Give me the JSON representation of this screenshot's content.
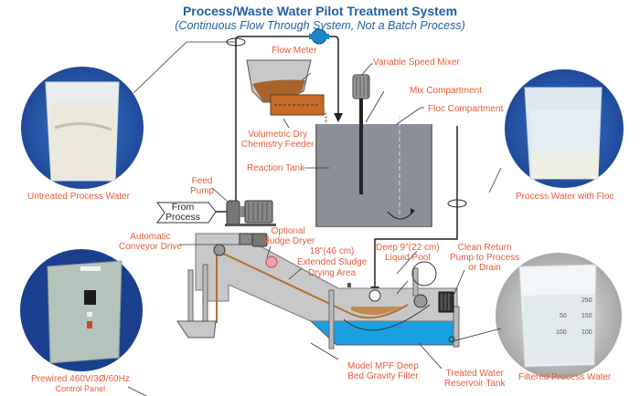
{
  "header": {
    "title": "Process/Waste Water Pilot Treatment System",
    "subtitle": "(Continuous Flow Through System, Not a Batch Process)"
  },
  "labels": {
    "flow_meter": "Flow Meter",
    "variable_speed_mixer": "Variable Speed Mixer",
    "mix_compartment": "Mix Compartment",
    "floc_compartment": "Floc Compartment",
    "volumetric_feeder": [
      "Volumetric Dry",
      "Chemistry Feeder"
    ],
    "reaction_tank": "Reaction Tank",
    "feed_pump": [
      "Feed",
      "Pump"
    ],
    "from_process": [
      "From",
      "Process"
    ],
    "automatic_conveyor_drive": [
      "Automatic",
      "Conveyor Drive"
    ],
    "optional_sludge_dryer": [
      "Optional",
      "Sludge Dryer"
    ],
    "extended_sludge": [
      "18\"(46 cm)",
      "Extended Sludge",
      "Drying Area"
    ],
    "liquid_pool": [
      "Deep 9\"(22 cm)",
      "Liquid Pool"
    ],
    "clean_return_pump": [
      "Clean Return",
      "Pump to Process",
      "or Drain"
    ],
    "deep_bed_filter": [
      "Model MPF Deep",
      "Bed Gravity Filter"
    ],
    "treated_water_tank": [
      "Treated Water",
      "Reservoir Tank"
    ],
    "control_panel": [
      "Prewired 460V/3Ø/60Hz",
      "Control Panel"
    ]
  },
  "photos": [
    {
      "name": "untreated-process-water",
      "caption": "Untreated Process Water"
    },
    {
      "name": "process-water-with-floc",
      "caption": "Process Water with Floc"
    },
    {
      "name": "control-panel",
      "caption": "Prewired 460V/3Ø/60Hz Control Panel"
    },
    {
      "name": "filtered-process-water",
      "caption": "Filtered Process Water"
    }
  ],
  "beaker_markings": [
    "250",
    "150",
    "100",
    "50",
    "100"
  ],
  "colors": {
    "title": "#1f5fa8",
    "label": "#e8593a",
    "tank": "#8a8f9a",
    "water": "#1aa0e0",
    "sludge": "#c08a50",
    "photo_bg": "#1b3f8f"
  }
}
